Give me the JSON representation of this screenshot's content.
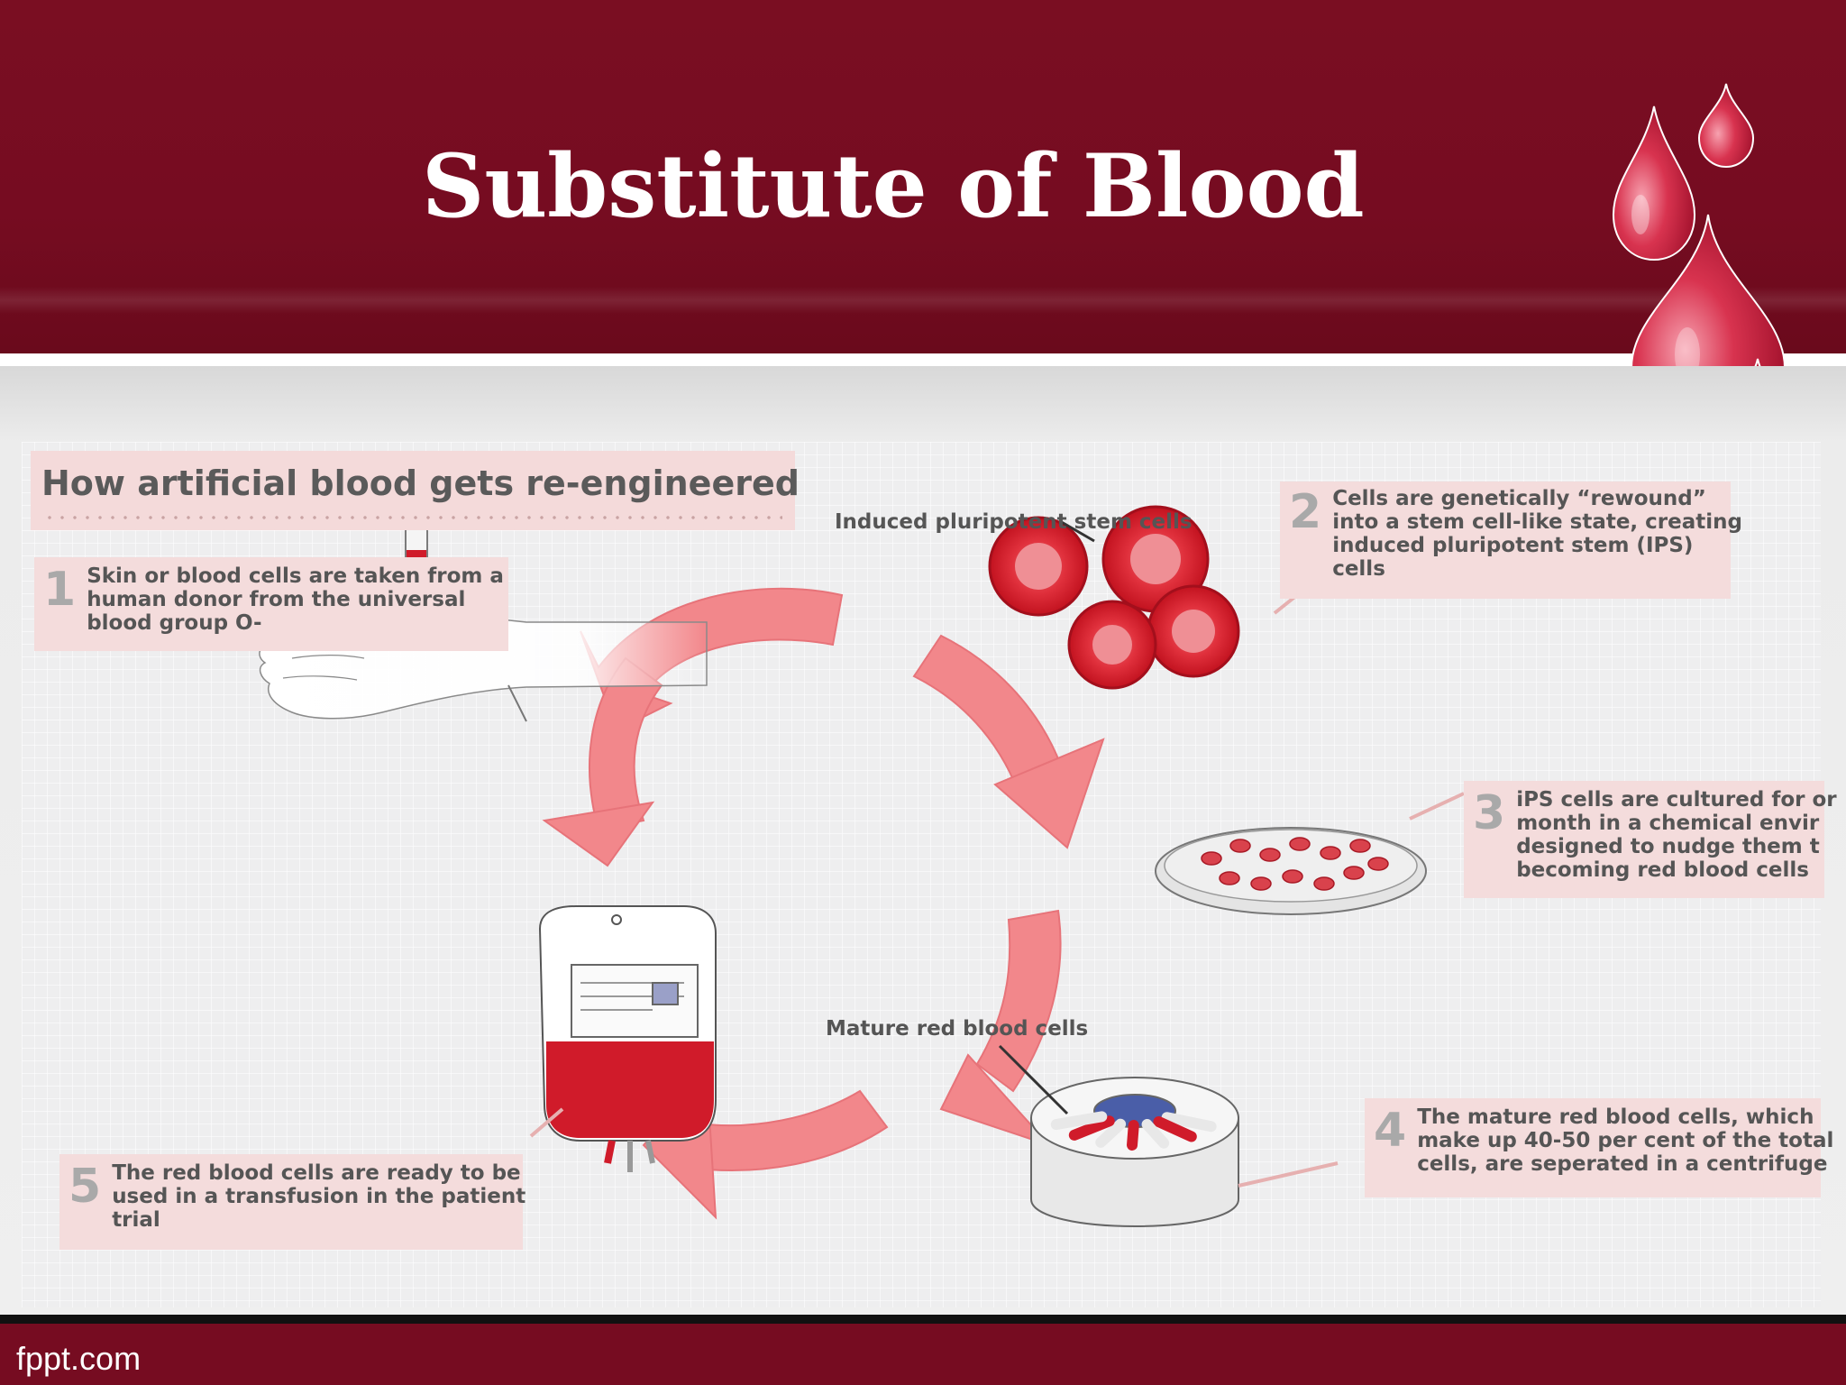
{
  "slide": {
    "title": "Substitute of Blood",
    "footer": "fppt.com"
  },
  "infographic": {
    "heading": "How artificial blood gets re-engineered",
    "labels": {
      "stem_cells": "Induced pluripotent stem cells",
      "mature_cells": "Mature red blood cells"
    },
    "steps": [
      {
        "number": "1",
        "lines": [
          "Skin or blood cells are taken from a",
          "human donor from the universal",
          "blood group O-"
        ]
      },
      {
        "number": "2",
        "lines": [
          "Cells are genetically “rewound”",
          "into a stem cell-like state, creating",
          "induced pluripotent stem (IPS)",
          "cells"
        ]
      },
      {
        "number": "3",
        "lines": [
          "iPS cells are cultured for or",
          "month in a chemical envir",
          "designed to nudge them t",
          "becoming red blood cells"
        ]
      },
      {
        "number": "4",
        "lines": [
          "The mature red blood cells, which",
          "make up 40-50 per cent of the total",
          "cells, are seperated in a centrifuge"
        ]
      },
      {
        "number": "5",
        "lines": [
          "The red blood cells are ready to be",
          "used in a transfusion in the patient",
          "trial"
        ]
      }
    ]
  },
  "colors": {
    "header": "#760c21",
    "arrow": "#f2878b",
    "blood": "#d01b2a",
    "step_box": "#f4dcdc"
  }
}
